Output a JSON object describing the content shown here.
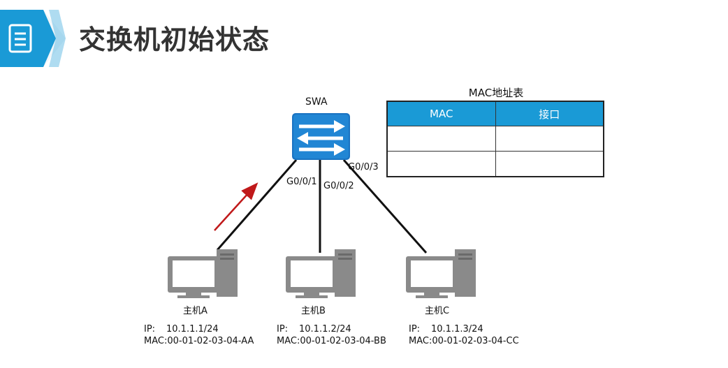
{
  "page": {
    "title": "交换机初始状态",
    "header_icon": "document-icon",
    "accent_color": "#1a9ad6"
  },
  "switch": {
    "name": "SWA",
    "icon": "switch-icon",
    "ports": {
      "p1": "G0/0/1",
      "p2": "G0/0/2",
      "p3": "G0/0/3"
    }
  },
  "hosts": [
    {
      "name": "主机A",
      "ip_label": "IP:",
      "ip": "10.1.1.1/24",
      "mac": "MAC:00-01-02-03-04-AA"
    },
    {
      "name": "主机B",
      "ip_label": "IP:",
      "ip": "10.1.1.2/24",
      "mac": "MAC:00-01-02-03-04-BB"
    },
    {
      "name": "主机C",
      "ip_label": "IP:",
      "ip": "10.1.1.3/24",
      "mac": "MAC:00-01-02-03-04-CC"
    }
  ],
  "mac_table": {
    "title": "MAC地址表",
    "headers": [
      "MAC",
      "接口"
    ],
    "rows": [
      [
        "",
        ""
      ],
      [
        "",
        ""
      ]
    ]
  },
  "arrow_color": "#c0191a"
}
